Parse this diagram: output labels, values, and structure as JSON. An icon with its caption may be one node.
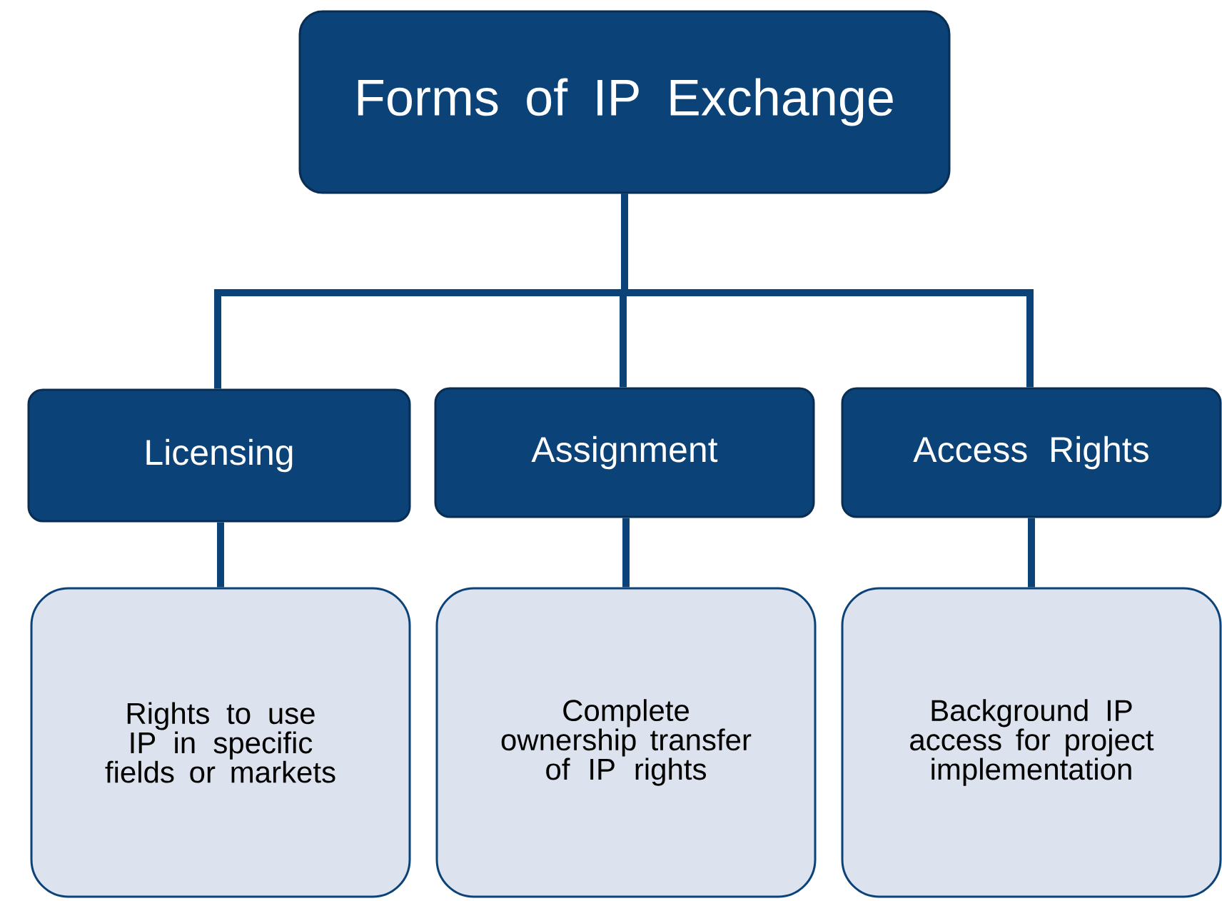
{
  "diagram": {
    "nodes": [
      {
        "text": [
          "Forms of IP Exchange"
        ]
      },
      {
        "text": [
          "Licensing"
        ]
      },
      {
        "text": [
          "Assignment"
        ]
      },
      {
        "text": [
          "Access Rights"
        ]
      },
      {
        "text": [
          "Rights to use IP in specific fields or markets"
        ]
      },
      {
        "text": [
          "Complete ownership transfer of IP rights"
        ]
      },
      {
        "text": [
          "Background IP access for project implementation"
        ]
      }
    ],
    "edges": [
      {
        "from": 0,
        "to": 1,
        "arrow": "none"
      },
      {
        "from": 0,
        "to": 2,
        "arrow": "none"
      },
      {
        "from": 0,
        "to": 3,
        "arrow": "none"
      },
      {
        "from": 1,
        "to": 4,
        "arrow": "none"
      },
      {
        "from": 2,
        "to": 5,
        "arrow": "none"
      },
      {
        "from": 3,
        "to": 6,
        "arrow": "none"
      }
    ]
  }
}
